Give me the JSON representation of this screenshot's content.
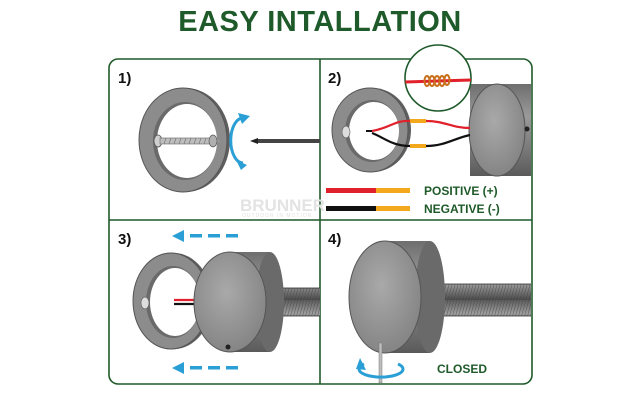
{
  "title": "EASY INTALLATION",
  "steps": [
    {
      "label": "1)"
    },
    {
      "label": "2)"
    },
    {
      "label": "3)"
    },
    {
      "label": "4)"
    }
  ],
  "legend": {
    "positive": "POSITIVE (+)",
    "negative": "NEGATIVE (-)"
  },
  "closed_label": "CLOSED",
  "watermark": {
    "brand": "BRUNNER",
    "sub": "OUTDOOR IN MOTION"
  },
  "colors": {
    "frame": "#1f5a2a",
    "title": "#1f5a2a",
    "arrow": "#2a9fd6",
    "wire_positive": "#e0202a",
    "wire_negative": "#111111",
    "wire_tip": "#f3a81e",
    "body_gray": "#8a8a8a"
  }
}
